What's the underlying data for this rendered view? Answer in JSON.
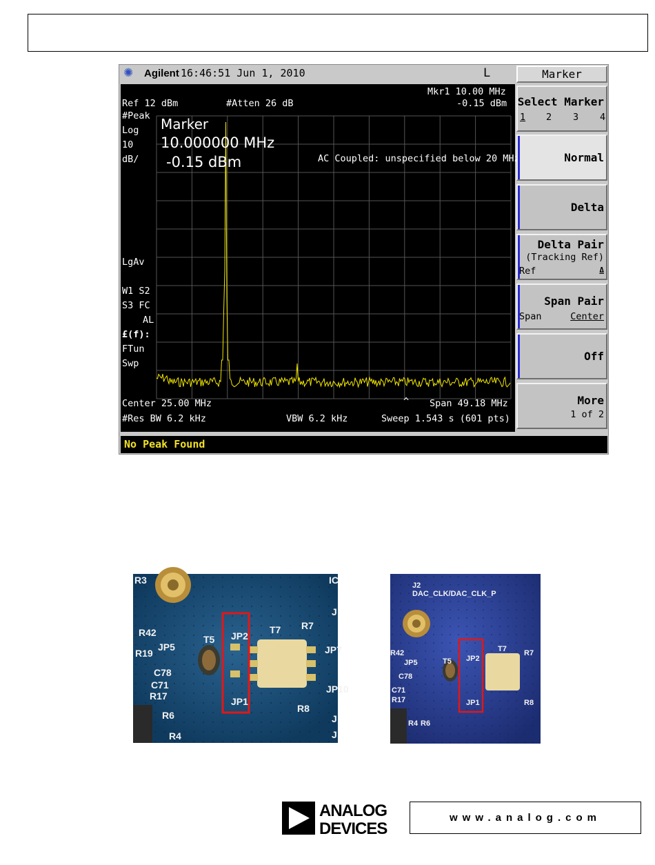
{
  "analyzer": {
    "brand": "Agilent",
    "time": "16:46:51  Jun 1, 2010",
    "indicator": "L",
    "ref": "Ref 12 dBm",
    "atten": "#Atten 26 dB",
    "mkr_label": "Mkr1  10.00 MHz",
    "mkr_value": "-0.15 dBm",
    "left_annot": [
      "#Peak",
      "Log",
      "10",
      "dB/"
    ],
    "lgav": "LgAv",
    "w1s2": "W1  S2",
    "s3fc": "S3  FC",
    "al": "AL",
    "ff": "£(f):",
    "ftun": "FTun",
    "swp": "Swp",
    "marker_title": "Marker",
    "marker_freq": "10.000000 MHz",
    "marker_amp": "-0.15 dBm",
    "coupling_note": "AC Coupled: unspecified below 20 MHz",
    "caret": "^",
    "center": "Center 25.00 MHz",
    "span": "Span 49.18 MHz",
    "res_bw": "#Res BW 6.2 kHz",
    "vbw": "VBW 6.2 kHz",
    "sweep": "Sweep 1.543 s (601 pts)",
    "status_message": "No Peak Found",
    "trace_color": "#f4e800"
  },
  "softkeys": {
    "menu_title": "Marker",
    "select_marker": {
      "label": "Select Marker",
      "options": [
        "1",
        "2",
        "3",
        "4"
      ]
    },
    "normal": "Normal",
    "delta": "Delta",
    "delta_pair": {
      "label": "Delta Pair",
      "sub": "(Tracking Ref)",
      "ref": "Ref",
      "delta_sym": "Δ"
    },
    "span_pair": {
      "label": "Span Pair",
      "span": "Span",
      "center": "Center"
    },
    "off": "Off",
    "more": {
      "label": "More",
      "sub": "1 of 2"
    }
  },
  "photo_left": {
    "labels": [
      "R3",
      "R42",
      "R19",
      "JP5",
      "C78",
      "C71",
      "R17",
      "R6",
      "R4",
      "T5",
      "JP2",
      "JP1",
      "T7",
      "R7",
      "JP7",
      "JP10",
      "R8",
      "IC",
      "J",
      "J",
      "J"
    ]
  },
  "photo_right": {
    "labels": [
      "J2",
      "DAC_CLK/DAC_CLK_P",
      "R42",
      "JP5",
      "C78",
      "C71",
      "R17",
      "R4",
      "R6",
      "T5",
      "JP2",
      "JP1",
      "T7",
      "R7",
      "R8"
    ]
  },
  "footer": {
    "logo_line1": "ANALOG",
    "logo_line2": "DEVICES",
    "url": "www.analog.com"
  }
}
